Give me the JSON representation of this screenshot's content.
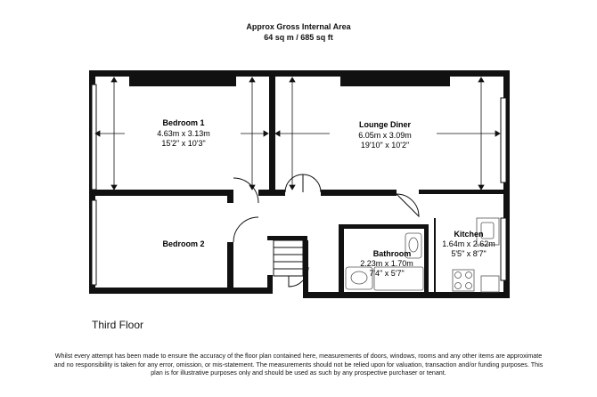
{
  "header": {
    "line1": "Approx Gross Internal Area",
    "line2": "64 sq m / 685 sq ft"
  },
  "rooms": {
    "bedroom1": {
      "name": "Bedroom 1",
      "metric": "4.63m x 3.13m",
      "imperial": "15'2\" x 10'3\""
    },
    "lounge": {
      "name": "Lounge Diner",
      "metric": "6.05m x 3.09m",
      "imperial": "19'10\" x 10'2\""
    },
    "bedroom2": {
      "name": "Bedroom 2"
    },
    "bathroom": {
      "name": "Bathroom",
      "metric": "2.23m x 1.70m",
      "imperial": "7'4\" x 5'7\""
    },
    "kitchen": {
      "name": "Kitchen",
      "metric": "1.64m x 2.62m",
      "imperial": "5'5\" x 8'7\""
    }
  },
  "floor_label": "Third Floor",
  "disclaimer": "Whilst every attempt has been made to ensure the accuracy of the floor plan contained here, measurements of doors, windows, rooms and any other items are approximate and no responsibility is taken for any error, omission, or mis-statement. The measurements should not be relied upon for valuation, transaction and/or funding purposes. This plan is for illustrative purposes only and should be used as such by any prospective purchaser or tenant."
}
